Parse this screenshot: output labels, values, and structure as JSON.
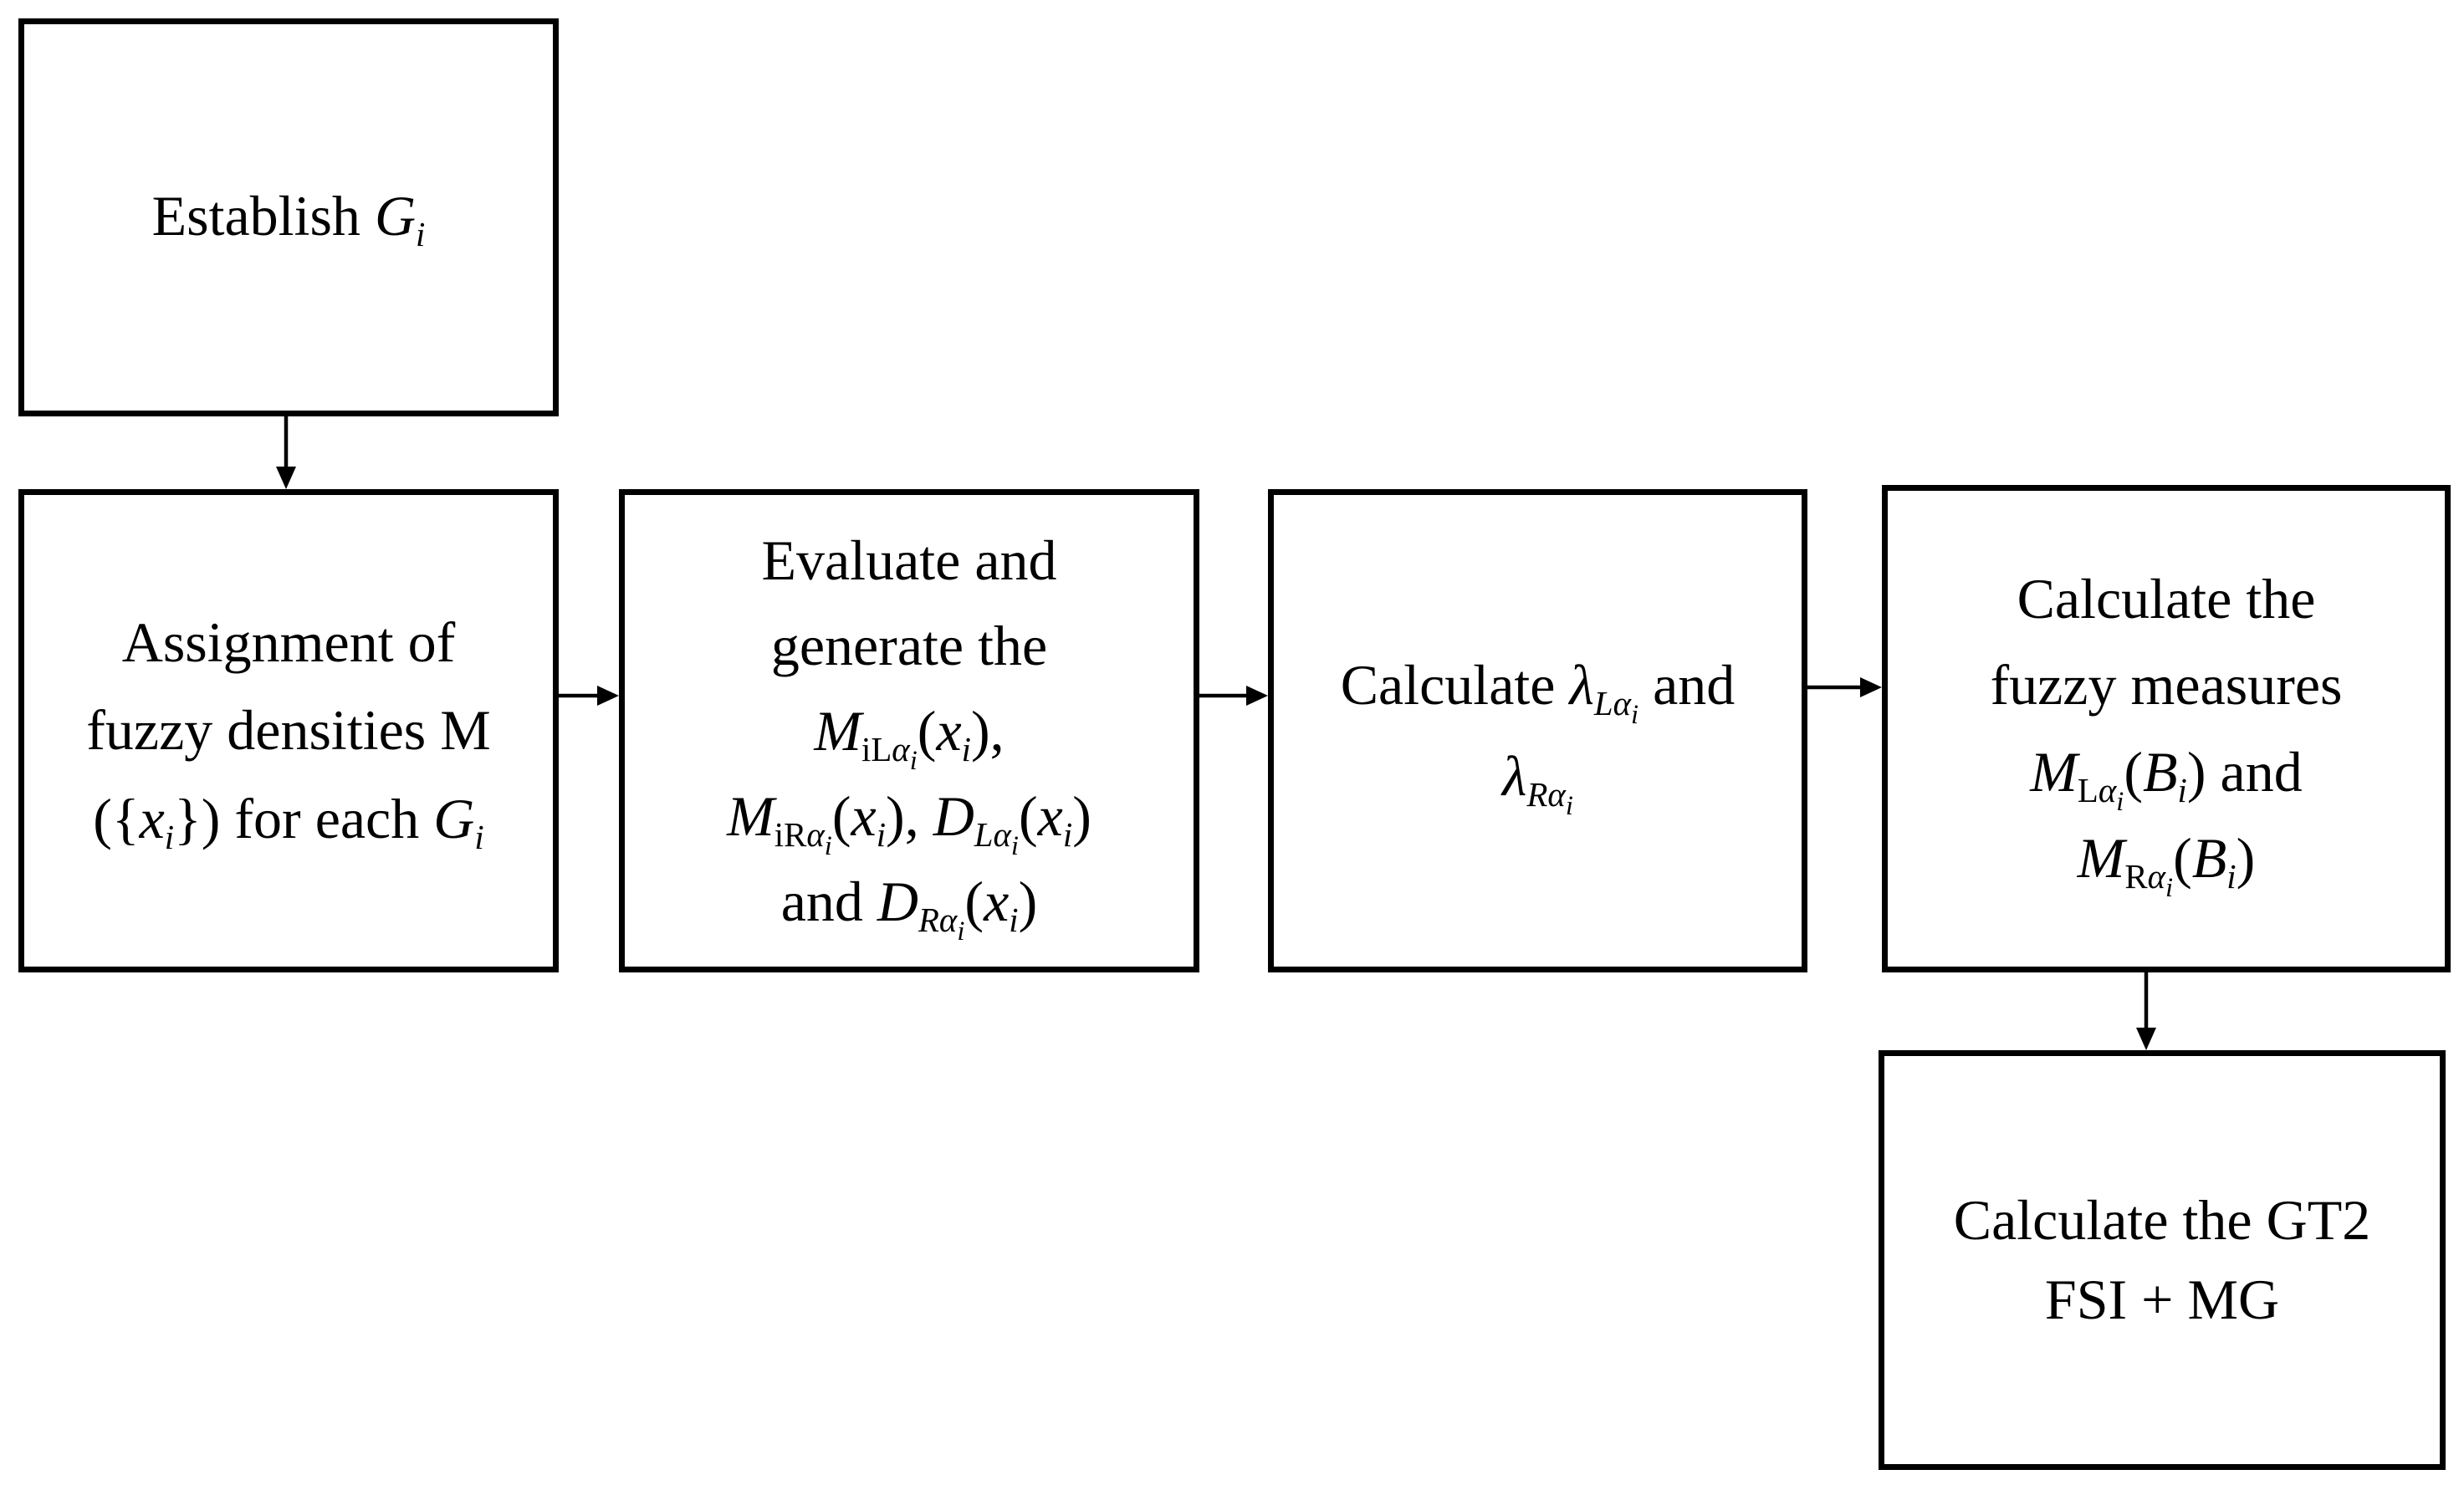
{
  "nodes": {
    "establish": {
      "text": "Establish ",
      "var": "G",
      "sub": "i"
    },
    "assign": {
      "line1": "Assignment of",
      "line2": "fuzzy densities M",
      "line3_open": "({",
      "line3_var": "x",
      "line3_sub": "i",
      "line3_close": "}) for each ",
      "line3_g": "G",
      "line3_gsub": "i"
    },
    "evaluate": {
      "line1": "Evaluate and",
      "line2": "generate the",
      "m_var": "M",
      "m_l_sub": "iL",
      "m_r_sub": "iR",
      "alpha": "α",
      "i": "i",
      "x": "x",
      "d_var": "D",
      "d_l_sub": "L",
      "d_r_sub": "R",
      "and": "and ",
      "comma": ","
    },
    "lambda": {
      "prefix": "Calculate ",
      "lam": "λ",
      "l_sub": "L",
      "r_sub": "R",
      "alpha": "α",
      "i": "i",
      "and": " and"
    },
    "measures": {
      "line1": "Calculate the",
      "line2": "fuzzy measures",
      "m_var": "M",
      "l_sub": "L",
      "r_sub": "R",
      "alpha": "α",
      "i": "i",
      "b": "B",
      "and": " and"
    },
    "gt2": {
      "line1": "Calculate the GT2",
      "line2": "FSI + MG"
    }
  },
  "edges": [
    {
      "from": "establish",
      "to": "assign"
    },
    {
      "from": "assign",
      "to": "evaluate"
    },
    {
      "from": "evaluate",
      "to": "lambda"
    },
    {
      "from": "lambda",
      "to": "measures"
    },
    {
      "from": "measures",
      "to": "gt2"
    }
  ]
}
